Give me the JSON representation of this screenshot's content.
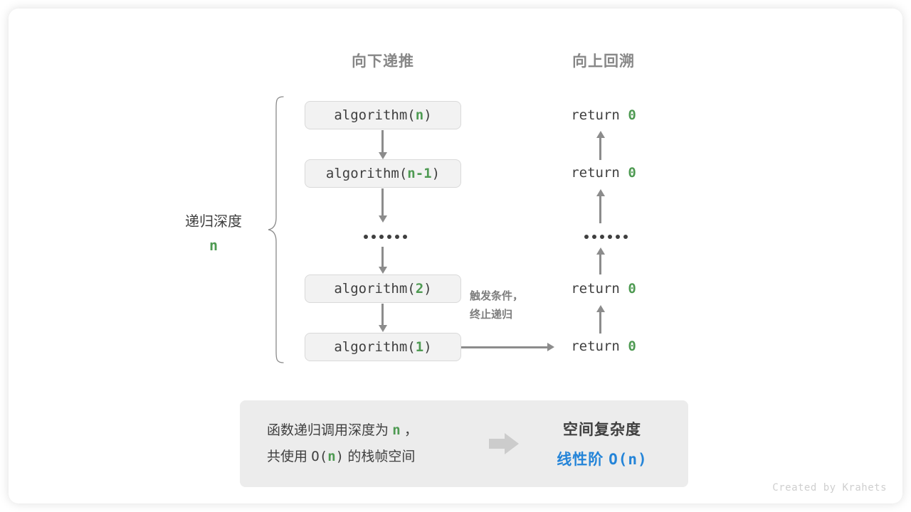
{
  "headers": {
    "left": "向下递推",
    "right": "向上回溯"
  },
  "depth": {
    "label": "递归深度",
    "value": "n"
  },
  "calls": [
    {
      "prefix": "algorithm(",
      "arg": "n",
      "suffix": ")"
    },
    {
      "prefix": "algorithm(",
      "arg": "n-1",
      "suffix": ")"
    },
    {
      "prefix": "algorithm(",
      "arg": "2",
      "suffix": ")"
    },
    {
      "prefix": "algorithm(",
      "arg": "1",
      "suffix": ")"
    }
  ],
  "returns": [
    {
      "keyword": "return",
      "value": "0"
    },
    {
      "keyword": "return",
      "value": "0"
    },
    {
      "keyword": "return",
      "value": "0"
    },
    {
      "keyword": "return",
      "value": "0"
    }
  ],
  "ellipsis_dot_count": 6,
  "side_note": {
    "line1": "触发条件，",
    "line2": "终止递归"
  },
  "summary": {
    "text_line1_a": "函数递归调用深度为",
    "text_line1_n": "n",
    "text_line1_b": "，",
    "text_line2_a": "共使用",
    "text_line2_big_o_open": "O(",
    "text_line2_n": "n",
    "text_line2_big_o_close": ")",
    "text_line2_b": "的栈帧空间",
    "title": "空间复杂度",
    "result_label": "线性阶",
    "result_value": "O(n)"
  },
  "footer": "Created by Krahets",
  "colors": {
    "green": "#4e9a52",
    "blue": "#2484d8",
    "gray_text": "#3f3f3f",
    "header_gray": "#878787",
    "arrow_gray": "#8c8c8c",
    "box_bg": "#f2f2f2",
    "box_border": "#d9d9d9",
    "panel_bg": "#ececec",
    "footer_gray": "#cfcfcf"
  }
}
